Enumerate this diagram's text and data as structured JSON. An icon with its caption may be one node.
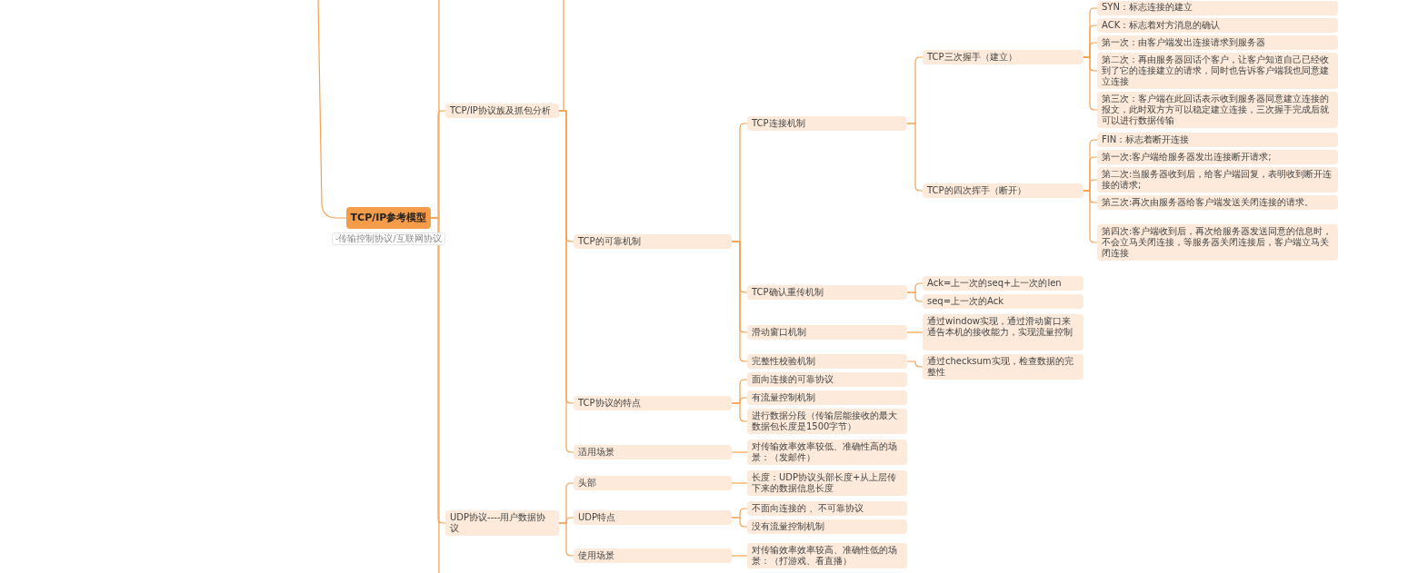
{
  "diagram": {
    "nodes": [
      {
        "text": [
          "TCP/IP参考模型"
        ],
        "beside": [
          "-传输控制协议/互联网协议"
        ]
      },
      {
        "text": [
          "TCP/IP协议族及抓包分析"
        ]
      },
      {
        "text": [
          "TCP的可靠机制"
        ]
      },
      {
        "text": [
          "TCP连接机制"
        ]
      },
      {
        "text": [
          "TCP三次握手（建立）"
        ]
      },
      {
        "text": [
          "SYN：标志连接的建立"
        ]
      },
      {
        "text": [
          "ACK：标志着对方消息的确认"
        ]
      },
      {
        "text": [
          "第一次：由客户端发出连接请求到服务器"
        ]
      },
      {
        "text": [
          "第二次：再由服务器回话个客户，让客户知道自己已经收到了它的连接建立的请求，同时也告诉客户端我也同意建立连接"
        ]
      },
      {
        "text": [
          "第三次：客户端在此回话表示收到服务器同意建立连接的报文，此时双方方可以稳定建立连接，三次握手完成后就可以进行数据传输"
        ]
      },
      {
        "text": [
          "TCP的四次挥手（断开）"
        ]
      },
      {
        "text": [
          "FIN：标志着断开连接"
        ]
      },
      {
        "text": [
          "第一次:客户端给服务器发出连接断开请求;"
        ]
      },
      {
        "text": [
          "第二次:当服务器收到后，给客户端回复，表明收到断开连接的请求;"
        ]
      },
      {
        "text": [
          "第三次:再次由服务器给客户端发送关闭连接的请求。"
        ]
      },
      {
        "text": [
          "第四次:客户端收到后，再次给服务器发送同意的信息时，不会立马关闭连接，等服务器关闭连接后，客户端立马关闭连接"
        ]
      },
      {
        "text": [
          "TCP确认重传机制"
        ]
      },
      {
        "text": [
          "Ack=上一次的seq+上一次的len"
        ]
      },
      {
        "text": [
          "seq=上一次的Ack"
        ]
      },
      {
        "text": [
          "滑动窗口机制"
        ]
      },
      {
        "text": [
          "通过window实现，通过滑动窗口来通告本机的接收能力，实现流量控制"
        ]
      },
      {
        "text": [
          "完整性校验机制"
        ]
      },
      {
        "text": [
          "通过checksum实现，检查数据的完整性"
        ]
      },
      {
        "text": [
          "TCP协议的特点"
        ]
      },
      {
        "text": [
          "面向连接的可靠协议"
        ]
      },
      {
        "text": [
          "有流量控制机制"
        ]
      },
      {
        "text": [
          "进行数据分段（传输层能接收的最大数据包长度是1500字节）"
        ]
      },
      {
        "text": [
          "适用场景"
        ]
      },
      {
        "text": [
          "对传输效率效率较低、准确性高的场景：（发邮件）"
        ]
      },
      {
        "text": [
          "UDP协议----用户数据协议"
        ]
      },
      {
        "text": [
          "头部"
        ]
      },
      {
        "text": [
          "长度：UDP协议头部长度+从上层传下来的数据信息长度"
        ]
      },
      {
        "text": [
          "UDP特点"
        ]
      },
      {
        "text": [
          "不面向连接的 、不可靠协议"
        ]
      },
      {
        "text": [
          "没有流量控制机制"
        ]
      },
      {
        "text": [
          "使用场景"
        ]
      },
      {
        "text": [
          "对传输效率效率较高、准确性低的场景：（打游戏、看直播）"
        ]
      }
    ],
    "edges": [
      {
        "from": null,
        "to": 0,
        "arrow": "none"
      },
      {
        "from": 0,
        "to": null,
        "arrow": "none"
      },
      {
        "from": 0,
        "to": null,
        "arrow": "none"
      },
      {
        "from": 0,
        "to": 1,
        "arrow": "none"
      },
      {
        "from": 0,
        "to": 29,
        "arrow": "none"
      },
      {
        "from": 1,
        "to": null,
        "arrow": "none"
      },
      {
        "from": 1,
        "to": 2,
        "arrow": "none"
      },
      {
        "from": 1,
        "to": 23,
        "arrow": "none"
      },
      {
        "from": 1,
        "to": 27,
        "arrow": "none"
      },
      {
        "from": 2,
        "to": 3,
        "arrow": "none"
      },
      {
        "from": 2,
        "to": 16,
        "arrow": "none"
      },
      {
        "from": 2,
        "to": 19,
        "arrow": "none"
      },
      {
        "from": 2,
        "to": 21,
        "arrow": "none"
      },
      {
        "from": 3,
        "to": 4,
        "arrow": "none"
      },
      {
        "from": 3,
        "to": 10,
        "arrow": "none"
      },
      {
        "from": 4,
        "to": 5,
        "arrow": "none"
      },
      {
        "from": 4,
        "to": 6,
        "arrow": "none"
      },
      {
        "from": 4,
        "to": 7,
        "arrow": "none"
      },
      {
        "from": 4,
        "to": 8,
        "arrow": "none"
      },
      {
        "from": 4,
        "to": 9,
        "arrow": "none"
      },
      {
        "from": 10,
        "to": 11,
        "arrow": "none"
      },
      {
        "from": 10,
        "to": 12,
        "arrow": "none"
      },
      {
        "from": 10,
        "to": 13,
        "arrow": "none"
      },
      {
        "from": 10,
        "to": 14,
        "arrow": "none"
      },
      {
        "from": 10,
        "to": 15,
        "arrow": "none"
      },
      {
        "from": 16,
        "to": 17,
        "arrow": "none"
      },
      {
        "from": 16,
        "to": 18,
        "arrow": "none"
      },
      {
        "from": 19,
        "to": 20,
        "arrow": "none"
      },
      {
        "from": 21,
        "to": 22,
        "arrow": "none"
      },
      {
        "from": 23,
        "to": 24,
        "arrow": "none"
      },
      {
        "from": 23,
        "to": 25,
        "arrow": "none"
      },
      {
        "from": 23,
        "to": 26,
        "arrow": "none"
      },
      {
        "from": 27,
        "to": 28,
        "arrow": "none"
      },
      {
        "from": 29,
        "to": 30,
        "arrow": "none"
      },
      {
        "from": 29,
        "to": 32,
        "arrow": "none"
      },
      {
        "from": 29,
        "to": 35,
        "arrow": "none"
      },
      {
        "from": 30,
        "to": 31,
        "arrow": "none"
      },
      {
        "from": 32,
        "to": 33,
        "arrow": "none"
      },
      {
        "from": 32,
        "to": 34,
        "arrow": "none"
      },
      {
        "from": 35,
        "to": 36,
        "arrow": "none"
      }
    ]
  }
}
